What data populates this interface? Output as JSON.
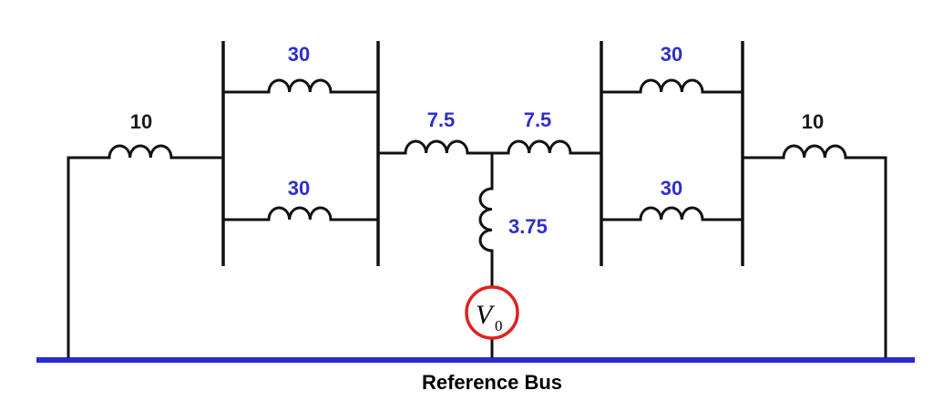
{
  "colors": {
    "wire": "#111111",
    "label_dark": "#1a1a1a",
    "label_blue": "#2f2fc8",
    "reference_bus": "#2a2ad0",
    "source_ring": "#e02020"
  },
  "inductors": {
    "left_outer": {
      "value": "10",
      "color": "dark"
    },
    "left_top": {
      "value": "30",
      "color": "blue"
    },
    "left_bottom": {
      "value": "30",
      "color": "blue"
    },
    "center_left": {
      "value": "7.5",
      "color": "blue"
    },
    "center_right": {
      "value": "7.5",
      "color": "blue"
    },
    "center_shunt": {
      "value": "3.75",
      "color": "blue"
    },
    "right_top": {
      "value": "30",
      "color": "blue"
    },
    "right_bottom": {
      "value": "30",
      "color": "blue"
    },
    "right_outer": {
      "value": "10",
      "color": "dark"
    }
  },
  "source": {
    "symbol": "V",
    "subscript": "0",
    "icon": "voltage-source-icon"
  },
  "reference_bus": {
    "label": "Reference Bus"
  }
}
